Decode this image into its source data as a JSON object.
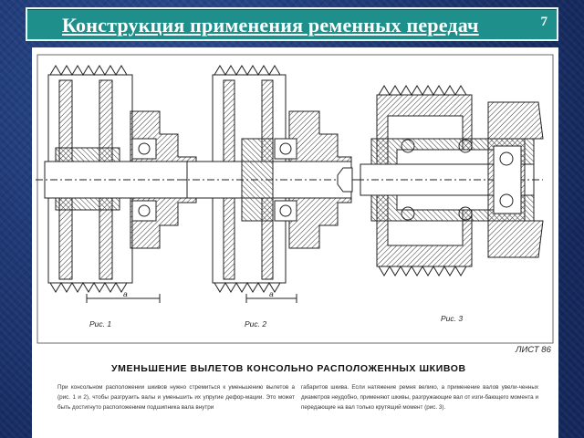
{
  "slide": {
    "title": "Конструкция применения ременных передач",
    "page_number": "7"
  },
  "sheet": {
    "figure_labels": [
      "Рис. 1",
      "Рис. 2",
      "Рис. 3"
    ],
    "dimension_labels": [
      "a",
      "a"
    ],
    "sheet_label": "ЛИСТ 86",
    "heading": "УМЕНЬШЕНИЕ ВЫЛЕТОВ КОНСОЛЬНО РАСПОЛОЖЕННЫХ ШКИВОВ",
    "text_left": "При консольном расположении шкивов нужно стремиться к уменьшению вылетов a (рис. 1 и 2), чтобы разгрузить валы и уменьшить их упругие дефор-мации. Это может быть достигнуто расположением подшипника вала внутри",
    "text_right": "габаритов шкива. Если натяжение ремня велико, а применение валов увели-ченных диаметров неудобно, применяют шкивы, разгружающие вал от изги-бающего момента и передающие на вал только крутящий момент (рис. 3)."
  },
  "colors": {
    "background": "#1f3a78",
    "title_bar": "#1e8f8a",
    "title_text": "#ffffff",
    "sheet": "#ffffff"
  }
}
